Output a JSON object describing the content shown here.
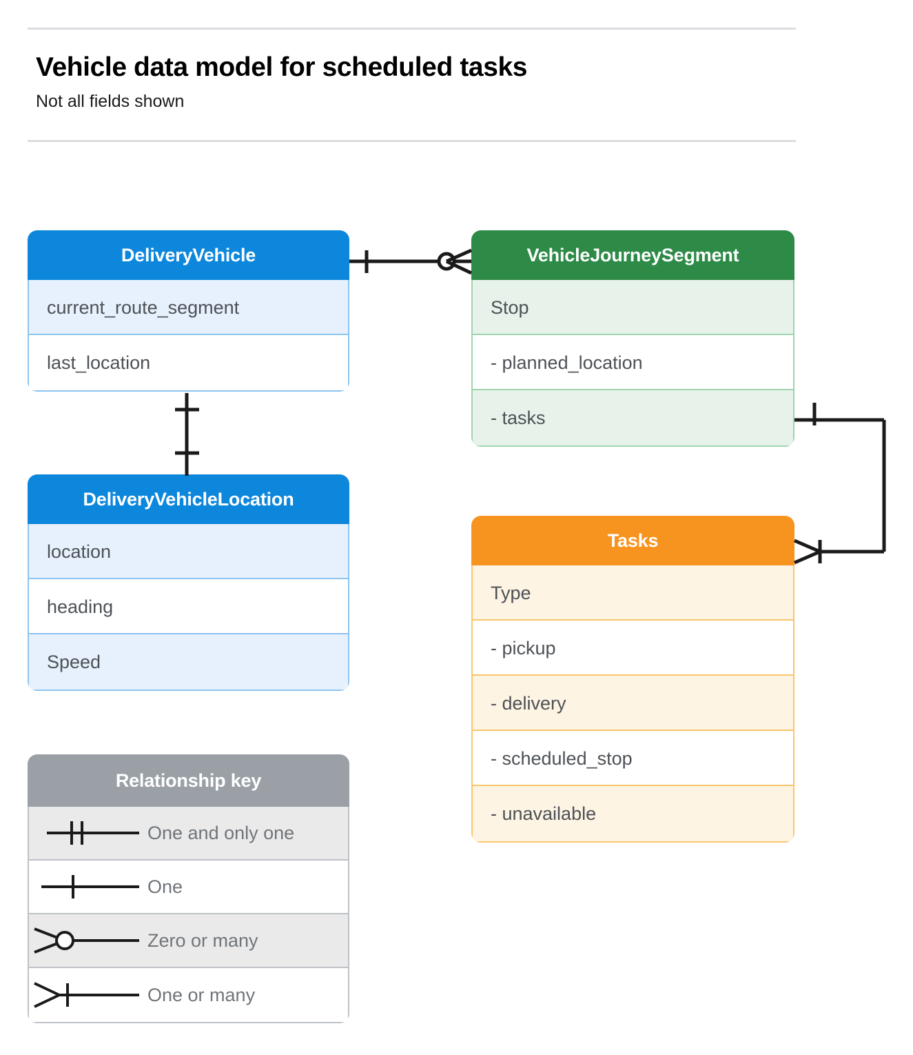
{
  "header": {
    "title": "Vehicle data model for scheduled tasks",
    "subtitle": "Not all fields shown"
  },
  "entities": [
    {
      "id": "delivery-vehicle",
      "name": "DeliveryVehicle",
      "color": "#0d87dc",
      "rows": [
        {
          "label": "current_route_segment"
        },
        {
          "label": "last_location"
        }
      ]
    },
    {
      "id": "delivery-vehicle-location",
      "name": "DeliveryVehicleLocation",
      "color": "#0d87dc",
      "rows": [
        {
          "label": "location"
        },
        {
          "label": "heading"
        },
        {
          "label": "Speed"
        }
      ]
    },
    {
      "id": "vehicle-journey-segment",
      "name": "VehicleJourneySegment",
      "color": "#2d8a47",
      "rows": [
        {
          "label": "Stop"
        },
        {
          "label": "-  planned_location"
        },
        {
          "label": "- tasks"
        }
      ]
    },
    {
      "id": "tasks",
      "name": "Tasks",
      "color": "#f79420",
      "rows": [
        {
          "label": "Type"
        },
        {
          "label": "-   pickup"
        },
        {
          "label": "-   delivery"
        },
        {
          "label": "-   scheduled_stop"
        },
        {
          "label": "-   unavailable"
        }
      ]
    }
  ],
  "relationship_key": {
    "title": "Relationship key",
    "items": [
      {
        "symbol": "one-and-only-one",
        "label": "One and only one"
      },
      {
        "symbol": "one",
        "label": "One"
      },
      {
        "symbol": "zero-or-many",
        "label": "Zero or many"
      },
      {
        "symbol": "one-or-many",
        "label": "One or many"
      }
    ]
  },
  "relationships": [
    {
      "id": "deliveryvehicle-to-journeysegment",
      "from": "DeliveryVehicle",
      "from_cardinality": "one",
      "to": "VehicleJourneySegment",
      "to_cardinality": "zero-or-many"
    },
    {
      "id": "deliveryvehicle-to-vehiclelocation",
      "from": "DeliveryVehicle",
      "from_cardinality": "one",
      "to": "DeliveryVehicleLocation",
      "to_cardinality": "one"
    },
    {
      "id": "journeysegment-tasks-to-tasks",
      "from": "VehicleJourneySegment.tasks",
      "from_cardinality": "one",
      "to": "Tasks",
      "to_cardinality": "one-or-many"
    }
  ],
  "colors": {
    "blue": "#0d87dc",
    "green": "#2d8a47",
    "orange": "#f79420",
    "grey": "#9aa0a6",
    "rule": "#dadce0",
    "connector": "#1a1a1a",
    "text": "#4d5156"
  }
}
